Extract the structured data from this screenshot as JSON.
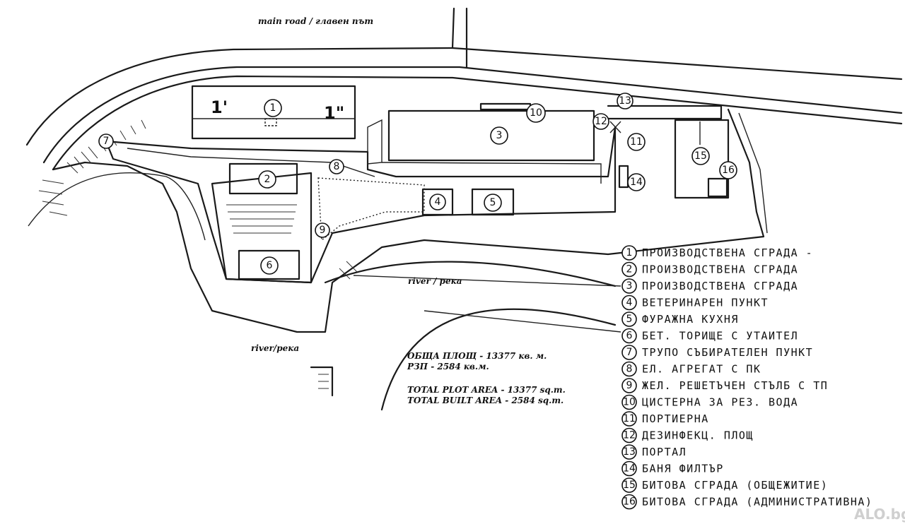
{
  "labels": {
    "main_road": "main road / главен път",
    "river_right": "river / река",
    "river_left": "river/река",
    "area_bg_1": "ОБЩА ПЛОЩ - 13377 кв. м.",
    "area_bg_2": "РЗП - 2584 кв.м.",
    "area_en_1": "TOTAL PLOT AREA - 13377 sq.m.",
    "area_en_2": "TOTAL BUILT AREA - 2584 sq.m."
  },
  "building_marks": {
    "b1_left": "1'",
    "b1_right": "1\""
  },
  "map_numbers": [
    "1",
    "2",
    "3",
    "4",
    "5",
    "6",
    "7",
    "8",
    "9",
    "10",
    "11",
    "12",
    "13",
    "14",
    "15",
    "16"
  ],
  "legend": [
    {
      "num": "1",
      "text": "ПРОИЗВОДСТВЕНА СГРАДА -"
    },
    {
      "num": "2",
      "text": "ПРОИЗВОДСТВЕНА СГРАДА"
    },
    {
      "num": "3",
      "text": "ПРОИЗВОДСТВЕНА СГРАДА"
    },
    {
      "num": "4",
      "text": "ВЕТЕРИНАРЕН ПУНКТ"
    },
    {
      "num": "5",
      "text": "ФУРАЖНА КУХНЯ"
    },
    {
      "num": "6",
      "text": "БЕТ. ТОРИЩЕ С УТАИТЕЛ"
    },
    {
      "num": "7",
      "text": "ТРУПО СЪБИРАТЕЛЕН ПУНКТ"
    },
    {
      "num": "8",
      "text": "ЕЛ. АГРЕГАТ С ПК"
    },
    {
      "num": "9",
      "text": "ЖЕЛ. РЕШЕТЪЧЕН СТЪЛБ С ТП"
    },
    {
      "num": "10",
      "text": "ЦИСТЕРНА ЗА РЕЗ. ВОДА"
    },
    {
      "num": "11",
      "text": "ПОРТИЕРНА"
    },
    {
      "num": "12",
      "text": "ДЕЗИНФЕКЦ. ПЛОЩ"
    },
    {
      "num": "13",
      "text": "ПОРТАЛ"
    },
    {
      "num": "14",
      "text": "БАНЯ ФИЛТЪР"
    },
    {
      "num": "15",
      "text": "БИТОВА СГРАДА (ОБЩЕЖИТИЕ)"
    },
    {
      "num": "16",
      "text": "БИТОВА СГРАДА (АДМИНИСТРАТИВНА)"
    }
  ],
  "watermark": "ALO.bg"
}
